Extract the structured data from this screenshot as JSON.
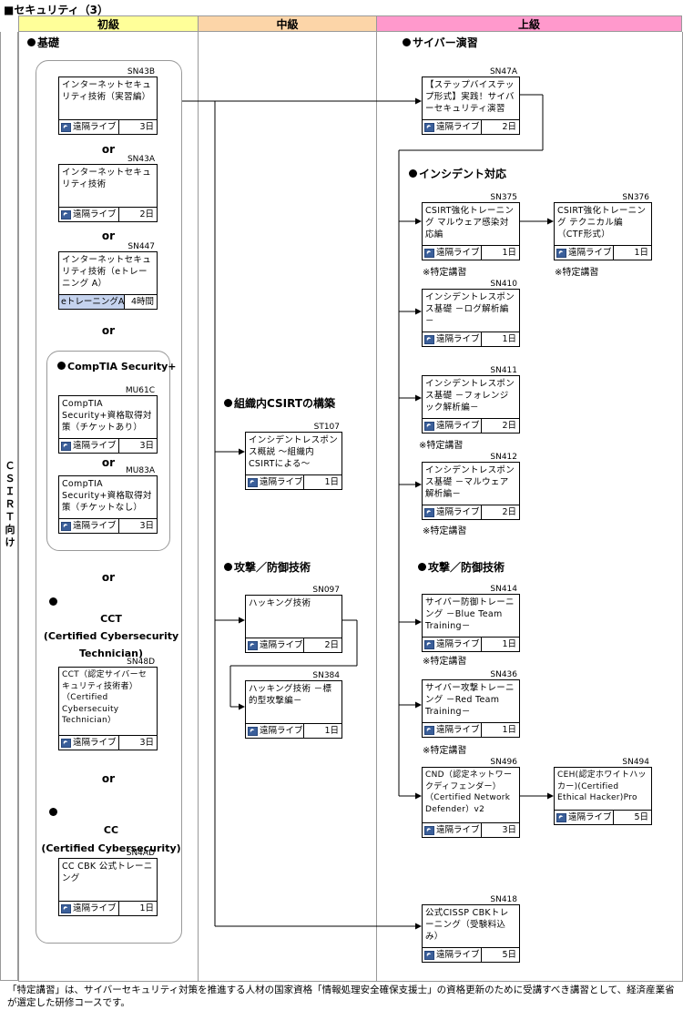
{
  "page_title": "■セキュリティ（3）",
  "headers": {
    "beginner": "初級",
    "intermediate": "中級",
    "advanced": "上級"
  },
  "colors": {
    "beginner": "#ffff99",
    "intermediate": "#fcd5a8",
    "advanced": "#ff99cc",
    "elearning": "#c5d3ee",
    "icon": "#3b5f9a"
  },
  "side_label": "ＣＳＩＲＴ向け",
  "or_label": "or",
  "sections": {
    "basic": "基礎",
    "comptia": "CompTIA Security+",
    "cct": "CCT\n(Certified Cybersecurity\nTechnician)",
    "cc": "CC\n(Certified Cybersecurity)",
    "csirt_build": "組織内CSIRTの構築",
    "attack_mid": "攻撃／防御技術",
    "cyber_drill": "サイバー演習",
    "incident": "インシデント対応",
    "attack_adv": "攻撃／防御技術"
  },
  "courses": {
    "SN43B": {
      "code": "SN43B",
      "name": "インターネットセキュリティ技術（実習編）",
      "format": "遠隔ライブ",
      "duration": "3日"
    },
    "SN43A": {
      "code": "SN43A",
      "name": "インターネットセキュリティ技術",
      "format": "遠隔ライブ",
      "duration": "2日"
    },
    "SN447": {
      "code": "SN447",
      "name": "インターネットセキュリティ技術（eトレーニング A）",
      "format": "eトレーニングA",
      "duration": "4時間"
    },
    "MU61C": {
      "code": "MU61C",
      "name": "CompTIA Security+資格取得対策（チケットあり）",
      "format": "遠隔ライブ",
      "duration": "3日"
    },
    "MU83A": {
      "code": "MU83A",
      "name": "CompTIA Security+資格取得対策（チケットなし）",
      "format": "遠隔ライブ",
      "duration": "3日"
    },
    "SN48D": {
      "code": "SN48D",
      "name": "CCT（認定サイバーセキュリティ技術者）（Certified Cybersecuity Technician）",
      "format": "遠隔ライブ",
      "duration": "3日"
    },
    "SN4AD": {
      "code": "SN4AD",
      "name": "CC CBK 公式トレーニング",
      "format": "遠隔ライブ",
      "duration": "1日"
    },
    "ST107": {
      "code": "ST107",
      "name": "インシデントレスポンス概説 ～組織内CSIRTによる～",
      "format": "遠隔ライブ",
      "duration": "1日"
    },
    "SN097": {
      "code": "SN097",
      "name": "ハッキング技術",
      "format": "遠隔ライブ",
      "duration": "2日"
    },
    "SN384": {
      "code": "SN384",
      "name": "ハッキング技術 －標的型攻撃編－",
      "format": "遠隔ライブ",
      "duration": "1日"
    },
    "SN47A": {
      "code": "SN47A",
      "name": "【ステップバイステップ形式】実践！サイバーセキュリティ演習",
      "format": "遠隔ライブ",
      "duration": "2日"
    },
    "SN375": {
      "code": "SN375",
      "name": "CSIRT強化トレーニング マルウェア感染対応編",
      "format": "遠隔ライブ",
      "duration": "1日"
    },
    "SN376": {
      "code": "SN376",
      "name": "CSIRT強化トレーニング テクニカル編（CTF形式）",
      "format": "遠隔ライブ",
      "duration": "1日"
    },
    "SN410": {
      "code": "SN410",
      "name": "インシデントレスポンス基礎 －ログ解析編－",
      "format": "遠隔ライブ",
      "duration": "1日"
    },
    "SN411": {
      "code": "SN411",
      "name": "インシデントレスポンス基礎 －フォレンジック解析編－",
      "format": "遠隔ライブ",
      "duration": "2日"
    },
    "SN412": {
      "code": "SN412",
      "name": "インシデントレスポンス基礎 －マルウェア解析編－",
      "format": "遠隔ライブ",
      "duration": "2日"
    },
    "SN414": {
      "code": "SN414",
      "name": "サイバー防御トレーニング －Blue Team Training－",
      "format": "遠隔ライブ",
      "duration": "1日"
    },
    "SN436": {
      "code": "SN436",
      "name": "サイバー攻撃トレーニング －Red Team Training－",
      "format": "遠隔ライブ",
      "duration": "1日"
    },
    "SN496": {
      "code": "SN496",
      "name": "CND（認定ネットワークディフェンダー）（Certified Network Defender）v2",
      "format": "遠隔ライブ",
      "duration": "3日"
    },
    "SN494": {
      "code": "SN494",
      "name": "CEH(認定ホワイトハッカー)(Certified Ethical Hacker)Pro",
      "format": "遠隔ライブ",
      "duration": "5日"
    },
    "SN418": {
      "code": "SN418",
      "name": "公式CISSP CBKトレーニング（受験料込み）",
      "format": "遠隔ライブ",
      "duration": "5日"
    }
  },
  "special_note": "※特定講習",
  "footnote": "「特定講習」は、サイバーセキュリティ対策を推進する人材の国家資格「情報処理安全確保支援士」の資格更新のために受講すべき講習として、経済産業省が選定した研修コースです。"
}
